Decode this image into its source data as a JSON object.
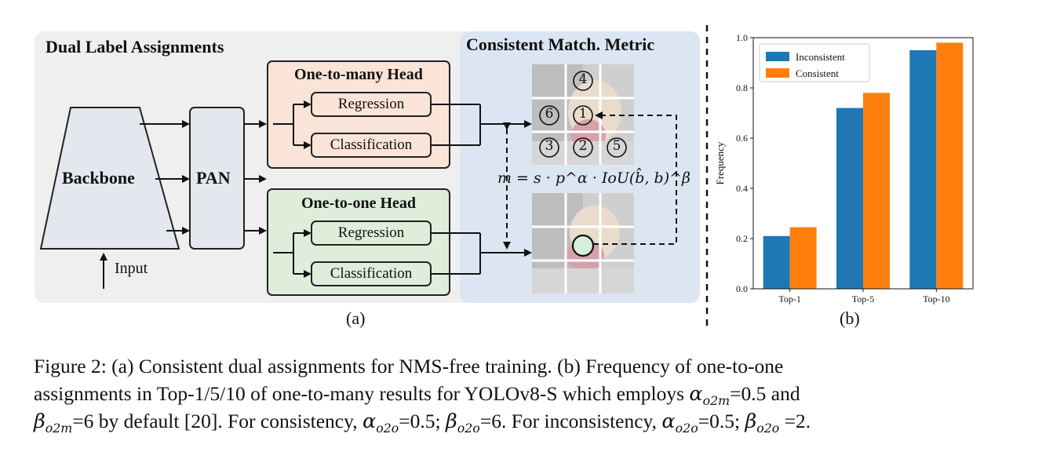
{
  "figure_a": {
    "left_title": "Dual Label Assignments",
    "right_title": "Consistent Match. Metric",
    "backbone_label": "Backbone",
    "pan_label": "PAN",
    "input_label": "Input",
    "one_to_many": {
      "title": "One-to-many Head",
      "regression": "Regression",
      "classification": "Classification",
      "color": "#f9e4d7"
    },
    "one_to_one": {
      "title": "One-to-one Head",
      "regression": "Regression",
      "classification": "Classification",
      "color": "#dfeedb"
    },
    "metric_formula": "m = s · p^α · IoU(b̂, b)^β",
    "anchor_numbers": [
      "4",
      "6",
      "1",
      "3",
      "2",
      "5"
    ],
    "panel_label": "(a)"
  },
  "chart_data": {
    "type": "bar",
    "categories": [
      "Top-1",
      "Top-5",
      "Top-10"
    ],
    "series": [
      {
        "name": "Inconsistent",
        "values": [
          0.21,
          0.72,
          0.95
        ],
        "color": "#1f77b4"
      },
      {
        "name": "Consistent",
        "values": [
          0.245,
          0.78,
          0.98
        ],
        "color": "#ff7f0e"
      }
    ],
    "ylabel": "Frequency",
    "xlabel": "",
    "ylim": [
      0.0,
      1.0
    ],
    "yticks": [
      "0.0",
      "0.2",
      "0.4",
      "0.6",
      "0.8",
      "1.0"
    ],
    "legend": "top-left",
    "panel_label": "(b)"
  },
  "caption": {
    "line1": "Figure 2: (a) Consistent dual assignments for NMS-free training.  (b) Frequency of one-to-one",
    "line2_a": "assignments in Top-1/5/10 of one-to-many results for YOLOv8-S which employs",
    "line2_b": "=0.5 and",
    "line3_a": "=6 by default [20]. For consistency,",
    "line3_b": "=0.5;",
    "line3_c": "=6. For inconsistency,",
    "line3_d": "=0.5;",
    "line3_e": "=2."
  }
}
